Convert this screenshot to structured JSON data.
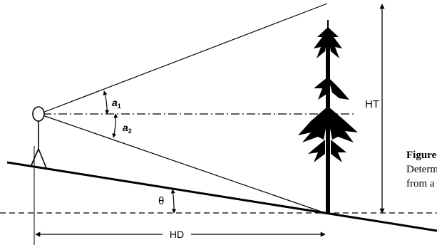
{
  "labels": {
    "angle_a1": {
      "main": "a",
      "sub": "1"
    },
    "angle_a2": {
      "main": "a",
      "sub": "2"
    },
    "theta": "θ",
    "height": "HT",
    "horizontal_distance": "HD"
  },
  "caption": {
    "title": "Figure",
    "line1": "Determ",
    "line2": "from a c"
  },
  "colors": {
    "ink": "#000000",
    "background": "#ffffff"
  }
}
